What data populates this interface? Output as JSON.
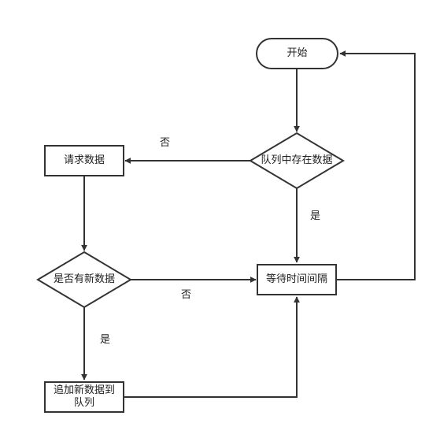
{
  "nodes": {
    "start": "开始",
    "queue_has_data": "队列中存在数据",
    "request_data": "请求数据",
    "has_new_data": "是否有新数据",
    "wait_interval": "等待时间间隔",
    "append_to_queue": "追加新数据到队列"
  },
  "edge_labels": {
    "queue_no": "否",
    "queue_yes": "是",
    "new_data_no": "否",
    "new_data_yes": "是"
  },
  "colors": {
    "stroke": "#333333",
    "text": "#222222",
    "background": "#ffffff"
  }
}
